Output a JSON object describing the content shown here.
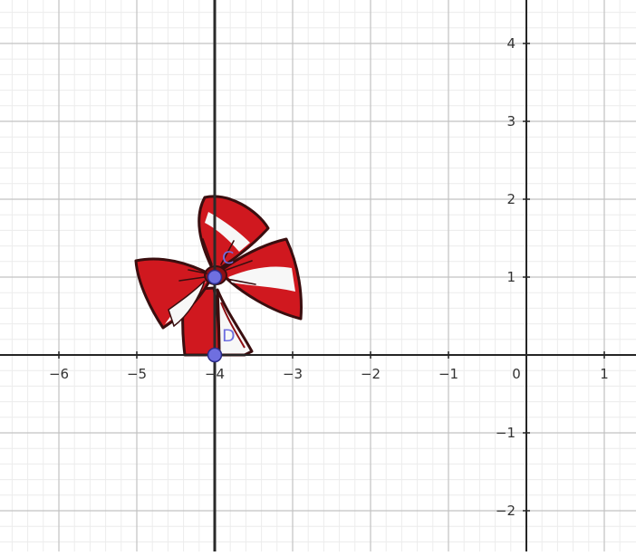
{
  "graph": {
    "x_tick_labels": [
      "−6",
      "−5",
      "−4",
      "−3",
      "−2",
      "−1",
      "0",
      "1"
    ],
    "x_tick_values": [
      -6,
      -5,
      -4,
      -3,
      -2,
      -1,
      0,
      1
    ],
    "y_tick_labels": [
      "4",
      "3",
      "2",
      "1",
      "−1",
      "−2"
    ],
    "y_tick_values": [
      4,
      3,
      2,
      1,
      -1,
      -2
    ],
    "view": {
      "x_min": -6.75,
      "x_max": 1.4,
      "y_min": -2.5,
      "y_max": 4.55
    },
    "grid": {
      "major": 1,
      "minor": 0.2
    },
    "colors": {
      "background": "#ffffff",
      "minor_grid": "#ececec",
      "major_grid": "#c2c2c2",
      "axis": "#252525",
      "bold_line": "#2a2a2a",
      "point_fill": "#6f6fe0",
      "point_stroke": "#2b2b88",
      "point_label": "#6f6fe0",
      "bow_red": "#d0181f",
      "bow_dark_red": "#8e0f14",
      "bow_white": "#f7f7f7",
      "bow_outline": "#3a0e0f"
    }
  },
  "bold_vertical_line": {
    "x": -4
  },
  "points": [
    {
      "name": "C",
      "x": -4,
      "y": 1,
      "label": "C"
    },
    {
      "name": "D",
      "x": -4,
      "y": 0,
      "label": "D"
    }
  ],
  "image_object": {
    "kind": "red-and-white-bow-icon"
  }
}
